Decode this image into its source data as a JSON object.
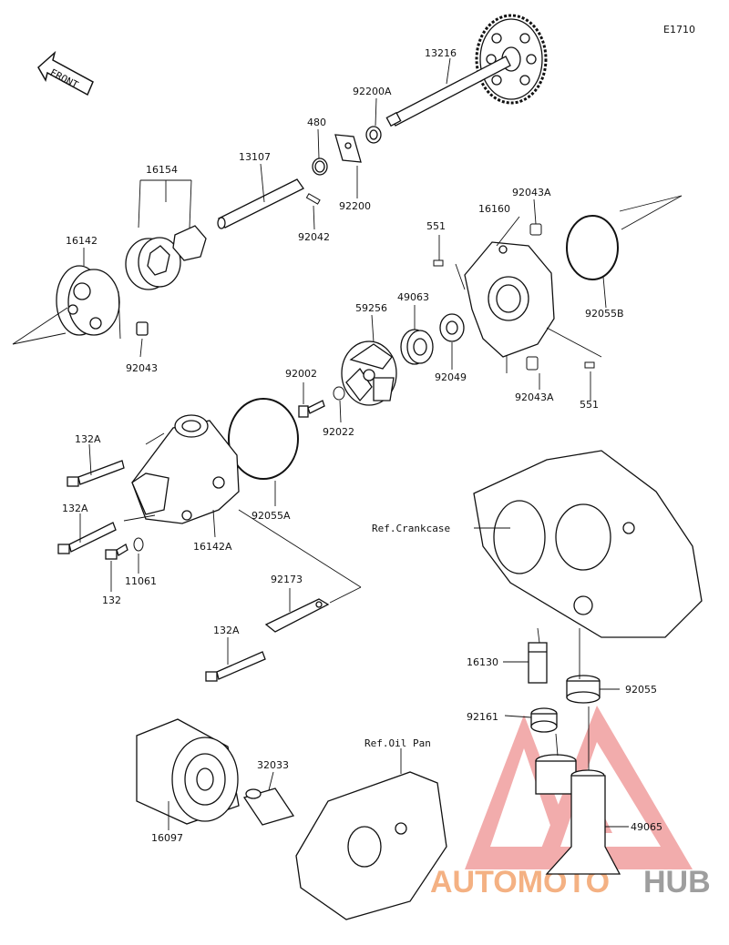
{
  "diagram_code": "E1710",
  "front_label": "FRONT",
  "parts": [
    {
      "id": "p13216",
      "label": "13216"
    },
    {
      "id": "p92200A",
      "label": "92200A"
    },
    {
      "id": "p480",
      "label": "480"
    },
    {
      "id": "p13107",
      "label": "13107"
    },
    {
      "id": "p16154",
      "label": "16154"
    },
    {
      "id": "p92200",
      "label": "92200"
    },
    {
      "id": "p92042",
      "label": "92042"
    },
    {
      "id": "p16142",
      "label": "16142"
    },
    {
      "id": "p92043",
      "label": "92043"
    },
    {
      "id": "p92043A_top",
      "label": "92043A"
    },
    {
      "id": "p16160",
      "label": "16160"
    },
    {
      "id": "p551_top",
      "label": "551"
    },
    {
      "id": "p92055B",
      "label": "92055B"
    },
    {
      "id": "p49063",
      "label": "49063"
    },
    {
      "id": "p59256",
      "label": "59256"
    },
    {
      "id": "p92049",
      "label": "92049"
    },
    {
      "id": "p92043A_bot",
      "label": "92043A"
    },
    {
      "id": "p551_bot",
      "label": "551"
    },
    {
      "id": "p92002",
      "label": "92002"
    },
    {
      "id": "p92022",
      "label": "92022"
    },
    {
      "id": "p132A_1",
      "label": "132A"
    },
    {
      "id": "p132A_2",
      "label": "132A"
    },
    {
      "id": "p92055A",
      "label": "92055A"
    },
    {
      "id": "p16142A",
      "label": "16142A"
    },
    {
      "id": "p11061",
      "label": "11061"
    },
    {
      "id": "p132",
      "label": "132"
    },
    {
      "id": "p92173",
      "label": "92173"
    },
    {
      "id": "p132A_3",
      "label": "132A"
    },
    {
      "id": "p16130",
      "label": "16130"
    },
    {
      "id": "p92055",
      "label": "92055"
    },
    {
      "id": "p92161",
      "label": "92161"
    },
    {
      "id": "p32033",
      "label": "32033"
    },
    {
      "id": "p16097",
      "label": "16097"
    },
    {
      "id": "p49065",
      "label": "49065"
    }
  ],
  "references": {
    "crankcase": "Ref.Crankcase",
    "oil_pan": "Ref.Oil Pan"
  },
  "watermark": {
    "part1": "AUTOMOTO",
    "part2": "HUB"
  }
}
